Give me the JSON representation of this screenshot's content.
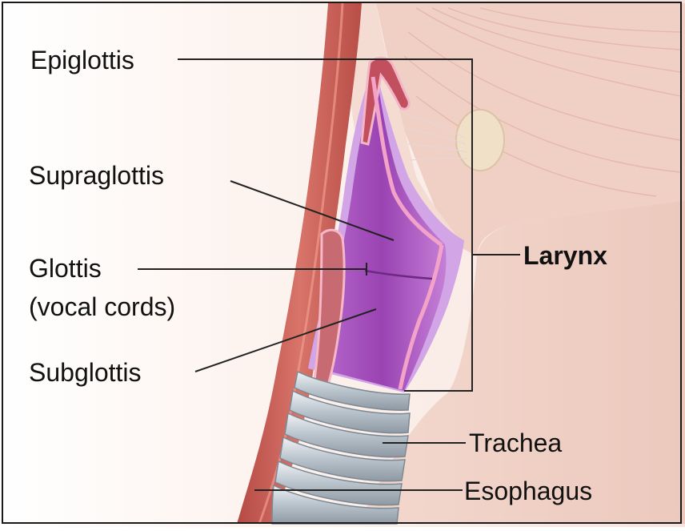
{
  "labels": {
    "epiglottis": "Epiglottis",
    "supraglottis": "Supraglottis",
    "glottis_line1": "Glottis",
    "glottis_line2": "(vocal cords)",
    "subglottis": "Subglottis",
    "larynx": "Larynx",
    "trachea": "Trachea",
    "esophagus": "Esophagus"
  },
  "colors": {
    "background": "#fbf3ef",
    "skin": "#f1d6cc",
    "muscle": "#efc9bf",
    "esophagus": "#c95a52",
    "larynx_tissue": "#a855c0",
    "larynx_light": "#c99be0",
    "larynx_lining": "#d879b4",
    "cartilage": "#f2e1c6",
    "trachea_rings": "#cfd6dc",
    "leader_lines": "#222222"
  }
}
